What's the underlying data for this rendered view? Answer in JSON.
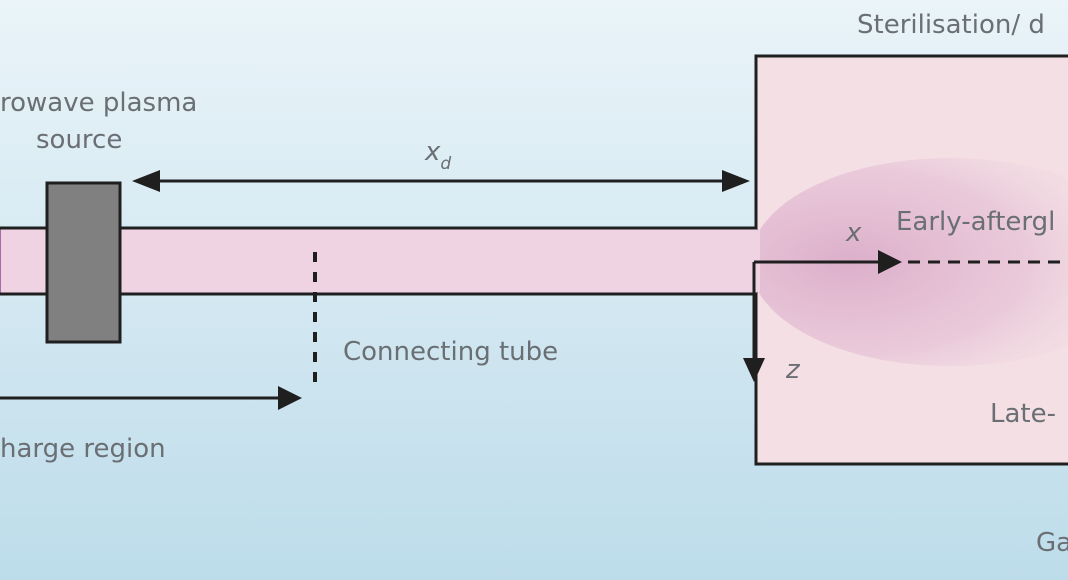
{
  "labels": {
    "source_line1": "rowave plasma",
    "source_line2": "source",
    "distance_symbol": "x",
    "distance_subscript": "d",
    "connecting_tube": "Connecting tube",
    "discharge_region": "harge region",
    "chamber": "Sterilisation/ d",
    "early_afterglow": "Early-aftergl",
    "late_afterglow": "Late-",
    "axis_x": "x",
    "axis_z": "z",
    "gas": "Ga"
  },
  "colors": {
    "background_top": "#eaf4f9",
    "background_bottom": "#bcdceb",
    "plasma_core": "#7b2d83",
    "chamber_fill": "#f4dfe4",
    "afterglow": "#d9a9c8",
    "outline": "#1f1f1f",
    "source_block": "#808080",
    "text": "#6a6f74"
  }
}
